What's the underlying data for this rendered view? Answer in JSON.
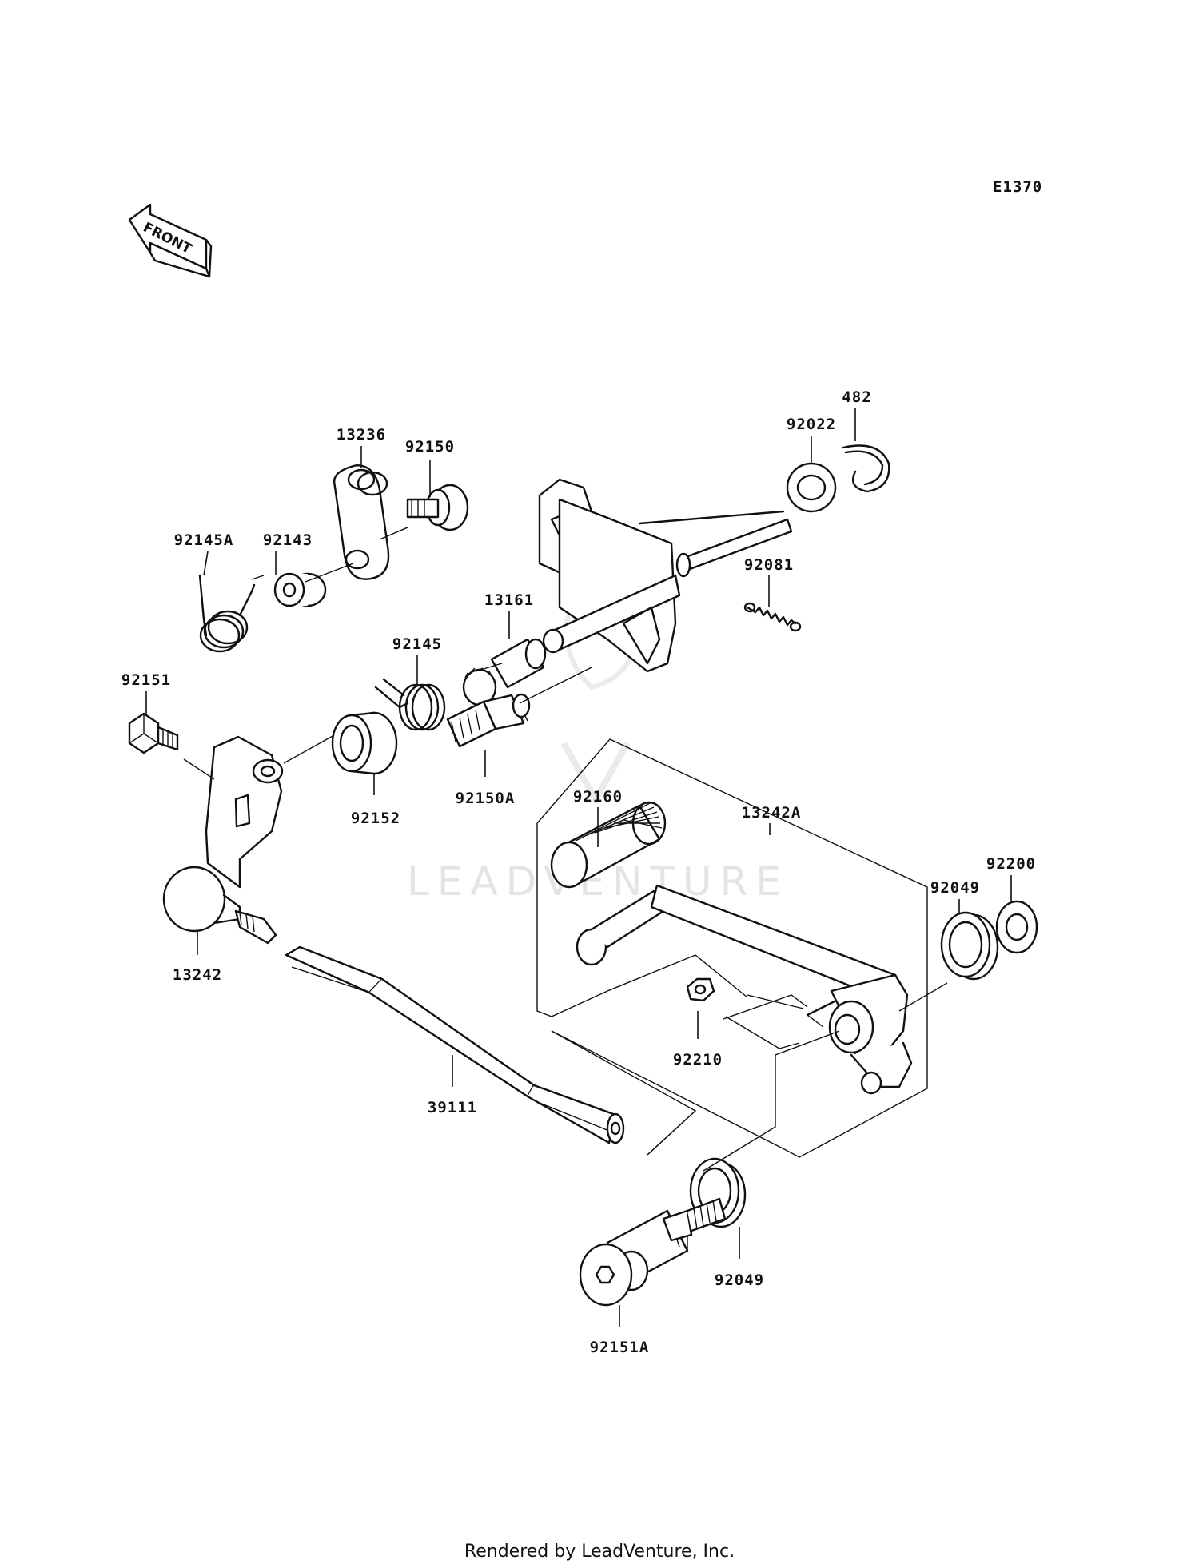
{
  "diagram": {
    "code": "E1370",
    "front_label": "FRONT",
    "watermark": "LEADVENTURE",
    "footer": "Rendered by LeadVenture, Inc."
  },
  "parts": [
    {
      "key": "p13236",
      "number": "13236"
    },
    {
      "key": "p92150",
      "number": "92150"
    },
    {
      "key": "p92145A",
      "number": "92145A"
    },
    {
      "key": "p92143",
      "number": "92143"
    },
    {
      "key": "p92022",
      "number": "92022"
    },
    {
      "key": "p482",
      "number": "482"
    },
    {
      "key": "p92081",
      "number": "92081"
    },
    {
      "key": "p13161",
      "number": "13161"
    },
    {
      "key": "p92145",
      "number": "92145"
    },
    {
      "key": "p92151",
      "number": "92151"
    },
    {
      "key": "p92152",
      "number": "92152"
    },
    {
      "key": "p92150A",
      "number": "92150A"
    },
    {
      "key": "p92160",
      "number": "92160"
    },
    {
      "key": "p13242A",
      "number": "13242A"
    },
    {
      "key": "p92200",
      "number": "92200"
    },
    {
      "key": "p92049a",
      "number": "92049"
    },
    {
      "key": "p13242",
      "number": "13242"
    },
    {
      "key": "p92210",
      "number": "92210"
    },
    {
      "key": "p39111",
      "number": "39111"
    },
    {
      "key": "p92049b",
      "number": "92049"
    },
    {
      "key": "p92151A",
      "number": "92151A"
    }
  ]
}
